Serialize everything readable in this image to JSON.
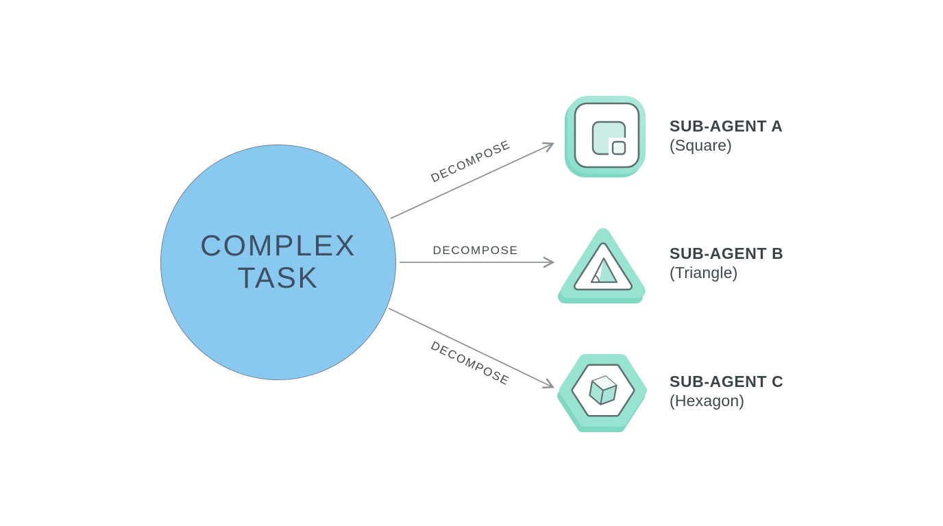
{
  "diagram": {
    "title": "task decomposition diagram",
    "central_node": {
      "line1": "COMPLEX",
      "line2": "TASK",
      "fill": "#89c9ef",
      "border": "#6f8191",
      "text_color": "#3d5064"
    },
    "edges": [
      {
        "label": "DECOMPOSE",
        "direction": "up-right"
      },
      {
        "label": "DECOMPOSE",
        "direction": "right"
      },
      {
        "label": "DECOMPOSE",
        "direction": "down-right"
      }
    ],
    "arrow_color": "#8d9296",
    "edge_label_color": "#42474a",
    "sub_agents": [
      {
        "name": "SUB-AGENT A",
        "shape_label": "(Square)",
        "icon": "square-icon"
      },
      {
        "name": "SUB-AGENT B",
        "shape_label": "(Triangle)",
        "icon": "triangle-icon"
      },
      {
        "name": "SUB-AGENT C",
        "shape_label": "(Hexagon)",
        "icon": "hexagon-icon"
      }
    ],
    "agent_text_color": "#3b4347",
    "icon_colors": {
      "mint": "#99e3d1",
      "mint_dark": "#7ed8c3",
      "mint_light": "#c9ece4",
      "outline": "#5d6f70",
      "inner_background": "#ffffff"
    }
  }
}
